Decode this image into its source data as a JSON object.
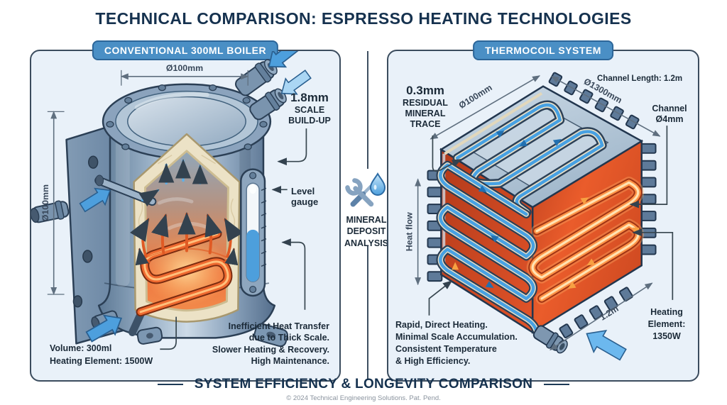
{
  "header": {
    "title": "TECHNICAL COMPARISON: ESPRESSO HEATING TECHNOLOGIES"
  },
  "center_divider": {
    "icons": [
      "wrench-icon",
      "water-drop-icon"
    ],
    "label_lines": [
      "MINERAL",
      "DEPOSIT",
      "ANALYSIS"
    ]
  },
  "left_panel": {
    "badge": "CONVENTIONAL 300ML BOILER",
    "dim_width": "Ø100mm",
    "dim_height": "Ø100mm",
    "scale_note": {
      "value": "1.8mm",
      "lines": [
        "SCALE",
        "BUILD-UP"
      ]
    },
    "level_gauge": {
      "lines": [
        "Level",
        "gauge"
      ]
    },
    "specs": {
      "lines": [
        "Volume: 300ml",
        "Heating Element: 1500W"
      ]
    },
    "drawbacks": {
      "lines": [
        "Inefficient Heat Transfer",
        "due to Thick Scale.",
        "Slower Heating & Recovery.",
        "High Maintenance."
      ]
    }
  },
  "right_panel": {
    "badge": "THERMOCOIL SYSTEM",
    "residual_note": {
      "value": "0.3mm",
      "lines": [
        "RESIDUAL",
        "MINERAL",
        "TRACE"
      ]
    },
    "channel_length": "Channel Length: 1.2m",
    "channel_size": {
      "lines": [
        "Channel",
        "Ø4mm"
      ]
    },
    "dim_diag_left": "Ø100mm",
    "dim_diag_right": "Ø1300mm",
    "dim_bottom": "1.2m",
    "heat_flow": "Heat flow",
    "heating_element": {
      "lines": [
        "Heating",
        "Element:",
        "1350W"
      ]
    },
    "benefits": {
      "lines": [
        "Rapid, Direct Heating.",
        "Minimal Scale Accumulation.",
        "Consistent Temperature",
        "& High Efficiency."
      ]
    }
  },
  "footer": {
    "title": "SYSTEM EFFICIENCY & LONGEVITY COMPARISON",
    "copyright": "© 2024 Technical Engineering Solutions. Pat. Pend."
  },
  "colors": {
    "badge_blue": "#4a8fc5",
    "badge_border": "#2d6699",
    "title_navy": "#16324f",
    "panel_fill": "#e9f1f9",
    "panel_border": "#3b4c5e",
    "water_blue": "#4d9fdd",
    "hot_orange": "#e8582a",
    "scale_cream": "#ece2c6",
    "steel_blue": "#8ba3bd"
  }
}
